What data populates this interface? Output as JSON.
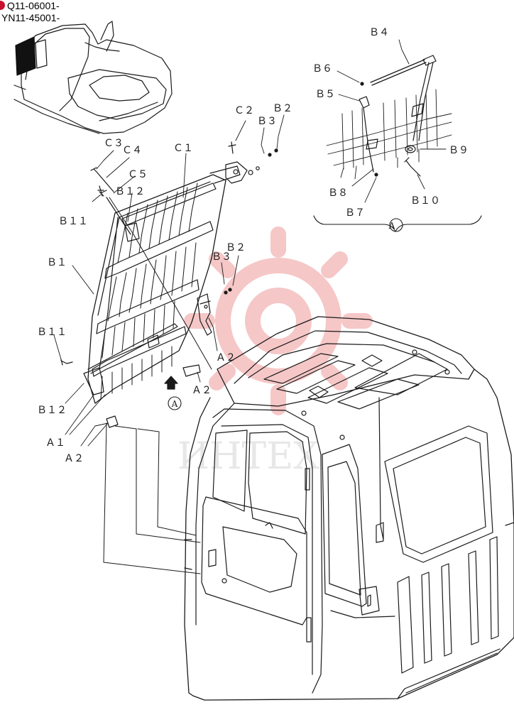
{
  "header": {
    "serial_1": "Q11-06001-",
    "serial_2": "YN11-45001-"
  },
  "detail": {
    "marker": "A"
  },
  "callouts": {
    "B4": "Ｂ４",
    "B6": "Ｂ６",
    "B5": "Ｂ５",
    "B9": "Ｂ９",
    "B8": "Ｂ８",
    "B10": "Ｂ１０",
    "B7": "Ｂ７",
    "C2": "Ｃ２",
    "B3_top": "Ｂ３",
    "B2_top": "Ｂ２",
    "C3": "Ｃ３",
    "C4": "Ｃ４",
    "C1": "Ｃ１",
    "C5": "Ｃ５",
    "B12_top": "Ｂ１２",
    "B11_top": "Ｂ１１",
    "B1": "Ｂ１",
    "B3_mid": "Ｂ３",
    "B2_mid": "Ｂ２",
    "B11_bot": "Ｂ１１",
    "A2_right": "Ａ２",
    "A2_mid": "Ａ２",
    "B12_bot": "Ｂ１２",
    "A1": "Ａ１",
    "A2_bot": "Ａ２"
  },
  "view_marker": "A",
  "watermark": "ИНТЕХ",
  "colors": {
    "line": "#1a1a1a",
    "badge": "#c8102e",
    "watermark": "#f3b5b5"
  }
}
